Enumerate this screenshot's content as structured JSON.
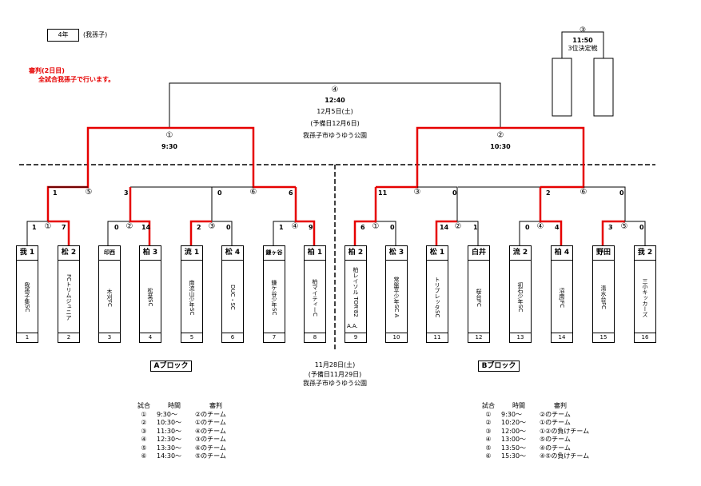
{
  "header": {
    "grade_box": "4年",
    "venue_short": "(我孫子)",
    "referee_title": "審判(2日目)",
    "referee_note": "全試合我孫子で行います。"
  },
  "third_place": {
    "match_no": "③",
    "time": "11:50",
    "label": "3位決定戦"
  },
  "final": {
    "match_no": "④",
    "time": "12:40",
    "date": "12月5日(土)",
    "reserve": "(予備日12月6日)",
    "place": "我孫子市ゆうゆう公園"
  },
  "semis": [
    {
      "match_no": "①",
      "time": "9:30"
    },
    {
      "match_no": "②",
      "time": "10:30"
    }
  ],
  "quarter_matches": [
    "⑤",
    "⑥",
    "③",
    "⑥"
  ],
  "quarter_scores": [
    [
      "1",
      "3"
    ],
    [
      "0",
      "6"
    ],
    [
      "11",
      "0"
    ],
    [
      "2",
      "0"
    ]
  ],
  "first_round": [
    {
      "no": "①",
      "scores": [
        "1",
        "7"
      ]
    },
    {
      "no": "②",
      "scores": [
        "0",
        "14"
      ]
    },
    {
      "no": "③",
      "scores": [
        "2",
        "0"
      ]
    },
    {
      "no": "④",
      "scores": [
        "1",
        "9"
      ]
    },
    {
      "no": "①",
      "scores": [
        "6",
        "0"
      ]
    },
    {
      "no": "②",
      "scores": [
        "14",
        "1"
      ]
    },
    {
      "no": "④",
      "scores": [
        "0",
        "4"
      ]
    },
    {
      "no": "⑤",
      "scores": [
        "3",
        "0"
      ]
    }
  ],
  "teams": [
    {
      "short": "我 1",
      "full": "我孫子集SC",
      "no": "1"
    },
    {
      "short": "松 2",
      "full": "FCトリムジュニア",
      "no": "2"
    },
    {
      "short": "印西",
      "full": "木刈FC",
      "no": "3"
    },
    {
      "short": "柏 3",
      "full": "松葉SC",
      "no": "4"
    },
    {
      "short": "流 1",
      "full": "南流山少年SC",
      "no": "5"
    },
    {
      "short": "松 4",
      "full": "DUC・SC",
      "no": "6"
    },
    {
      "short": "鎌ヶ谷",
      "full": "鎌ケ谷少年SC",
      "no": "7"
    },
    {
      "short": "柏 1",
      "full": "柏マイティーC",
      "no": "8"
    },
    {
      "short": "柏 2",
      "full": "柏レイソル TOR'82",
      "extra": "A.A.",
      "no": "9"
    },
    {
      "short": "松 3",
      "full": "常盤平少年SC A",
      "no": "10"
    },
    {
      "short": "松 1",
      "full": "トリプレッタSC",
      "no": "11"
    },
    {
      "short": "白井",
      "full": "桜台FC",
      "no": "12"
    },
    {
      "short": "流 2",
      "full": "初石少年SC",
      "no": "13"
    },
    {
      "short": "柏 4",
      "full": "沼南JFC",
      "no": "14"
    },
    {
      "short": "野田",
      "full": "清水台FC",
      "no": "15"
    },
    {
      "short": "我 2",
      "full": "三小キッカーズ",
      "no": "16"
    }
  ],
  "blocks": {
    "a": "Aブロック",
    "b": "Bブロック"
  },
  "first_day": {
    "date": "11月28日(土)",
    "reserve": "(予備日11月29日)",
    "place": "我孫子市ゆうゆう公園"
  },
  "schedule_headers": {
    "match": "試合",
    "time": "時間",
    "referee": "審判"
  },
  "schedule_a": [
    {
      "no": "①",
      "time": "9:30～",
      "ref": "②のチーム"
    },
    {
      "no": "②",
      "time": "10:30～",
      "ref": "①のチーム"
    },
    {
      "no": "③",
      "time": "11:30～",
      "ref": "④のチーム"
    },
    {
      "no": "④",
      "time": "12:30～",
      "ref": "③のチーム"
    },
    {
      "no": "⑤",
      "time": "13:30～",
      "ref": "⑥のチーム"
    },
    {
      "no": "⑥",
      "time": "14:30～",
      "ref": "⑤のチーム"
    }
  ],
  "schedule_b": [
    {
      "no": "①",
      "time": "9:30～",
      "ref": "②のチーム"
    },
    {
      "no": "②",
      "time": "10:20～",
      "ref": "①のチーム"
    },
    {
      "no": "③",
      "time": "12:00～",
      "ref": "①②の負けチーム"
    },
    {
      "no": "④",
      "time": "13:00～",
      "ref": "⑤のチーム"
    },
    {
      "no": "⑤",
      "time": "13:50～",
      "ref": "④のチーム"
    },
    {
      "no": "⑥",
      "time": "15:30～",
      "ref": "④⑤の負けチーム"
    }
  ],
  "colors": {
    "win_line": "#e60000",
    "line": "#000000",
    "note": "#e60000"
  }
}
